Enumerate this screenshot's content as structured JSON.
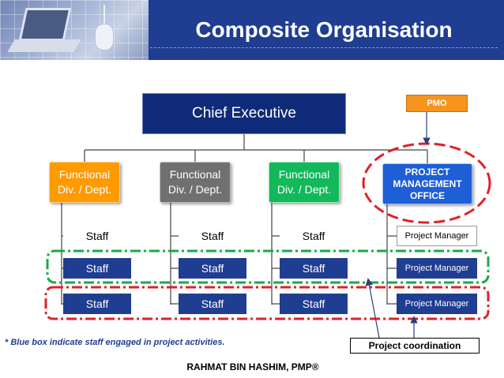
{
  "title": "Composite Organisation",
  "chief_executive": "Chief Executive",
  "pmo": "PMO",
  "divisions": [
    {
      "label": "Functional\nDiv. / Dept.",
      "color": "#ff9a00"
    },
    {
      "label": "Functional\nDiv. / Dept.",
      "color": "#707070"
    },
    {
      "label": "Functional\nDiv. / Dept.",
      "color": "#12b85a"
    }
  ],
  "project_office": "PROJECT\nMANAGEMENT\nOFFICE",
  "staff_columns": [
    [
      "Staff",
      "Staff",
      "Staff"
    ],
    [
      "Staff",
      "Staff",
      "Staff"
    ],
    [
      "Staff",
      "Staff",
      "Staff"
    ]
  ],
  "project_managers": [
    "Project Manager",
    "Project Manager",
    "Project Manager"
  ],
  "footnote": "* Blue box indicate staff engaged in project activities.",
  "project_coordination": "Project coordination",
  "author": "RAHMAT BIN HASHIM, PMP®",
  "colors": {
    "header": "#1f3d91",
    "staff_blue": "#1f3d91",
    "pmo_orange": "#f7941d",
    "pmo_office_blue": "#1e5ed7",
    "green_dash": "#1aa84a",
    "red_dash": "#e0202a"
  }
}
